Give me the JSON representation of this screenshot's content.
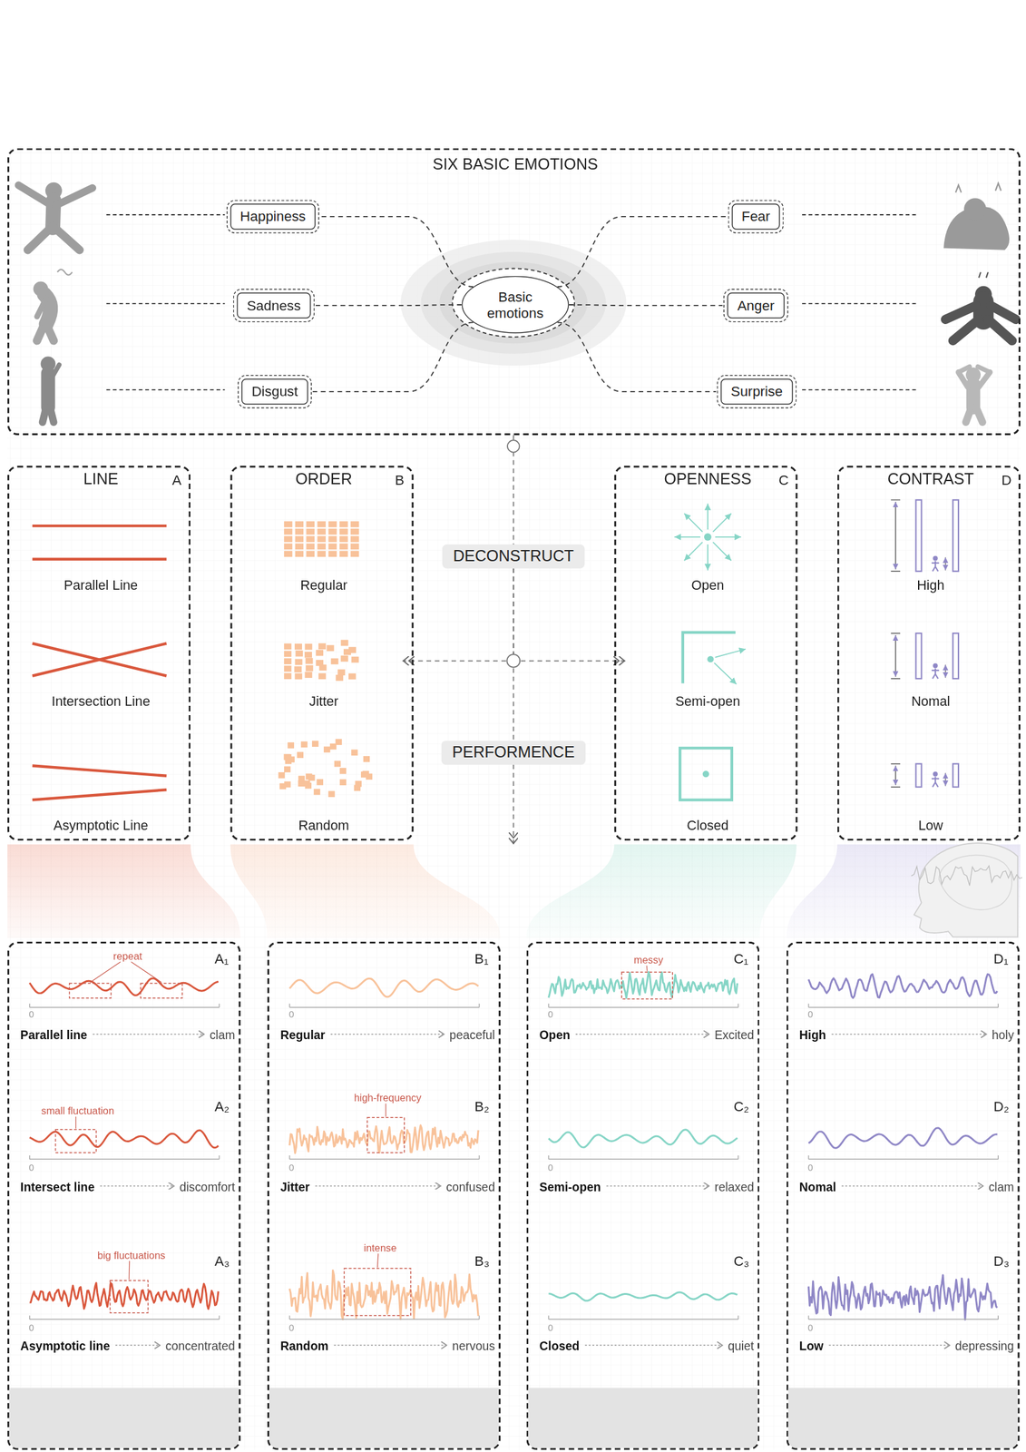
{
  "diagram": {
    "nodes": [
      {
        "text": [
          "SIX BASIC EMOTIONS"
        ]
      },
      {
        "text": [
          "Happiness"
        ],
        "in": 0
      },
      {
        "text": [
          "Sadness"
        ],
        "in": 0
      },
      {
        "text": [
          "Disgust"
        ],
        "in": 0
      },
      {
        "text": [
          "Basic emotions"
        ],
        "in": 0
      },
      {
        "text": [
          "Fear"
        ],
        "in": 0
      },
      {
        "text": [
          "Anger"
        ],
        "in": 0
      },
      {
        "text": [
          "Surprise"
        ],
        "in": 0
      },
      {
        "text": [
          "LINE",
          "A",
          "Parallel Line",
          "Intersection Line",
          "Asymptotic Line"
        ]
      },
      {
        "text": [
          "ORDER",
          "B",
          "Regular",
          "Jitter",
          "Random"
        ]
      },
      {
        "text": [
          "DECONSTRUCT"
        ]
      },
      {
        "text": [
          "PERFORMENCE"
        ]
      },
      {
        "text": [
          "OPENNESS",
          "C",
          "Open",
          "Semi-open",
          "Closed"
        ]
      },
      {
        "text": [
          "CONTRAST",
          "D",
          "High",
          "Nomal",
          "Low"
        ]
      },
      {
        "text": [
          "A₁",
          "repeat",
          "0",
          "Parallel line",
          "clam",
          "A₂",
          "small fluctuation",
          "0",
          "Intersect line",
          "discomfort",
          "A₃",
          "big fluctuations",
          "0",
          "Asymptotic line",
          "concentrated"
        ]
      },
      {
        "text": [
          "B₁",
          "0",
          "Regular",
          "peaceful",
          "B₂",
          "high-frequency",
          "0",
          "Jitter",
          "confused",
          "B₃",
          "intense",
          "0",
          "Random",
          "nervous"
        ]
      },
      {
        "text": [
          "C₁",
          "messy",
          "0",
          "Open",
          "Excited",
          "C₂",
          "0",
          "Semi-open",
          "relaxed",
          "C₃",
          "0",
          "Closed",
          "quiet"
        ]
      },
      {
        "text": [
          "D₁",
          "0",
          "High",
          "holy",
          "D₂",
          "0",
          "Nomal",
          "clam",
          "D₃",
          "0",
          "Low",
          "depressing"
        ]
      }
    ],
    "edges": [
      {
        "from": 4,
        "to": 1,
        "arrow": "none"
      },
      {
        "from": 4,
        "to": 2,
        "arrow": "none"
      },
      {
        "from": 4,
        "to": 3,
        "arrow": "none"
      },
      {
        "from": 4,
        "to": 5,
        "arrow": "none"
      },
      {
        "from": 4,
        "to": 6,
        "arrow": "none"
      },
      {
        "from": 4,
        "to": 7,
        "arrow": "none"
      },
      {
        "from": 0,
        "to": 10,
        "arrow": "none"
      },
      {
        "from": 10,
        "to": 11,
        "arrow": "none"
      },
      {
        "from": 10,
        "to": 9,
        "arrow": "to"
      },
      {
        "from": 10,
        "to": 12,
        "arrow": "to"
      }
    ]
  }
}
